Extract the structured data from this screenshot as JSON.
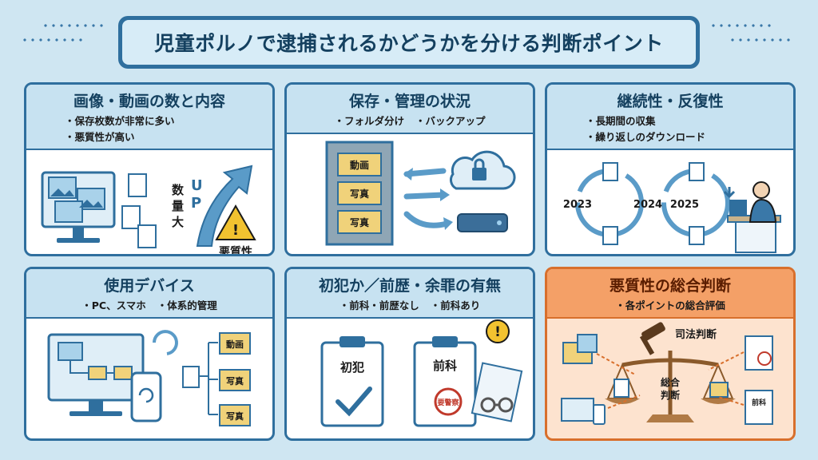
{
  "title": "児童ポルノで逮捕されるかどうかを分ける判断ポイント",
  "panels": [
    {
      "title": "画像・動画の数と内容",
      "bullets": [
        "・保存枚数が非常に多い",
        "・悪質性が高い"
      ],
      "labels": {
        "suryo": "数",
        "ryo": "量",
        "dai": "大",
        "u": "U",
        "p": "P",
        "akushitsu": "悪質性"
      }
    },
    {
      "title": "保存・管理の状況",
      "bullets": [
        "・フォルダ分け",
        "・バックアップ"
      ],
      "labels": {
        "douga": "動画",
        "shashin1": "写真",
        "shashin2": "写真"
      }
    },
    {
      "title": "継続性・反復性",
      "bullets": [
        "・長期間の収集",
        "・繰り返しのダウンロード"
      ],
      "labels": {
        "y1": "2023",
        "y2": "2024",
        "y3": "2025"
      }
    },
    {
      "title": "使用デバイス",
      "bullets": [
        "・PC、スマホ",
        "・体系的管理"
      ],
      "labels": {
        "douga": "動画",
        "shashin1": "写真",
        "shashin2": "写真"
      }
    },
    {
      "title": "初犯か／前歴・余罪の有無",
      "bullets": [
        "・前科・前歴なし",
        "・前科あり"
      ],
      "labels": {
        "shohan": "初犯",
        "zenka": "前科",
        "stamp": "要警察",
        "exclaim": "!"
      }
    },
    {
      "title": "悪質性の総合判断",
      "bullets": [
        "・各ポイントの総合評価"
      ],
      "labels": {
        "shiho": "司法判断",
        "sogo": "総合",
        "handan": "判断",
        "zenka": "前科"
      }
    }
  ],
  "colors": {
    "frame": "#2f6f9e",
    "accent": "#d86f2c",
    "warning": "#f2c230",
    "folder": "#f0d27a"
  }
}
